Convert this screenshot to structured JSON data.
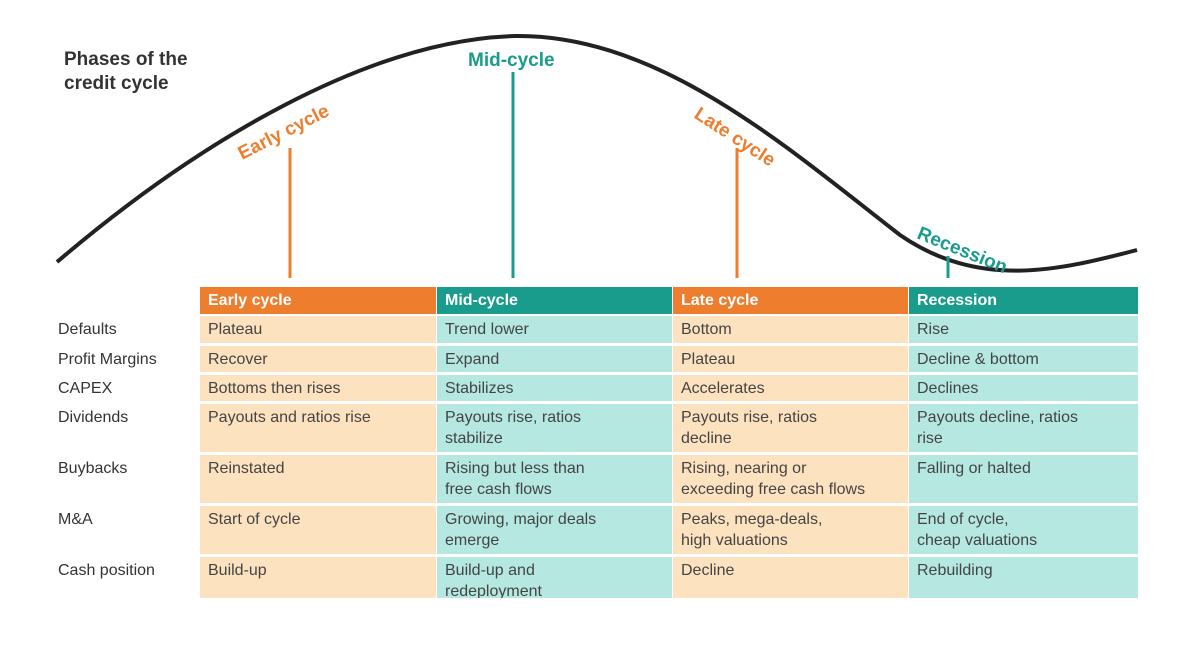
{
  "title": "Phases of the\ncredit cycle",
  "colors": {
    "orange": "#ee7d2e",
    "teal": "#1a9c8c",
    "early_bg": "#fde2c0",
    "mid_bg": "#b4e8e1",
    "late_bg": "#fde2c0",
    "recession_bg": "#b4e8e1",
    "curve": "#222222"
  },
  "curve_labels": {
    "early": "Early cycle",
    "mid": "Mid-cycle",
    "late": "Late cycle",
    "recession": "Recession"
  },
  "columns": [
    "Early cycle",
    "Mid-cycle",
    "Late cycle",
    "Recession"
  ],
  "rows": [
    {
      "label": "Defaults",
      "cells": [
        "Plateau",
        "Trend lower",
        "Bottom",
        "Rise"
      ]
    },
    {
      "label": "Profit Margins",
      "cells": [
        "Recover",
        "Expand",
        "Plateau",
        "Decline & bottom"
      ]
    },
    {
      "label": "CAPEX",
      "cells": [
        "Bottoms then rises",
        "Stabilizes",
        "Accelerates",
        "Declines"
      ]
    },
    {
      "label": "Dividends",
      "cells": [
        "Payouts and ratios rise",
        "Payouts rise, ratios\nstabilize",
        "Payouts rise, ratios\ndecline",
        "Payouts decline, ratios\nrise"
      ]
    },
    {
      "label": "Buybacks",
      "cells": [
        "Reinstated",
        "Rising but less than\nfree cash flows",
        "Rising, nearing or\nexceeding free cash flows",
        "Falling or halted"
      ]
    },
    {
      "label": "M&A",
      "cells": [
        "Start of cycle",
        "Growing, major deals\nemerge",
        "Peaks, mega-deals,\nhigh valuations",
        "End of cycle,\ncheap valuations"
      ]
    },
    {
      "label": "Cash position",
      "cells": [
        "Build-up",
        "Build-up and\nredeployment",
        "Decline",
        "Rebuilding"
      ]
    }
  ]
}
